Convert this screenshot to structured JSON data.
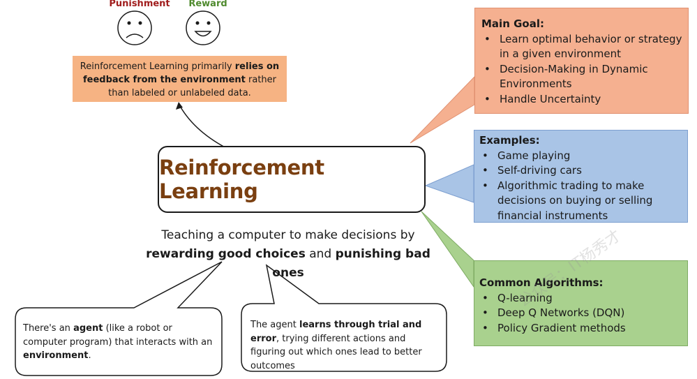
{
  "feedback": {
    "punishment_label": "Punishment",
    "reward_label": "Reward",
    "text_1": "Reinforcement Learning  primarily ",
    "text_bold": "relies on feedback from the environment",
    "text_2": " rather than labeled or unlabeled data."
  },
  "central": {
    "title": "Reinforcement Learning",
    "tagline_line1": "Teaching a computer to make decisions by",
    "tagline_bold1": "rewarding good choices",
    "tagline_mid": " and ",
    "tagline_bold2": "punishing bad ones"
  },
  "main_goal": {
    "heading": "Main Goal:",
    "items": [
      "Learn optimal behavior or strategy in a given environment",
      "Decision-Making in Dynamic Environments",
      "Handle Uncertainty"
    ]
  },
  "examples": {
    "heading": "Examples:",
    "items": [
      "Game playing",
      "Self-driving cars",
      "Algorithmic trading to make decisions on buying or selling financial instruments"
    ]
  },
  "algorithms": {
    "heading": "Common Algorithms:",
    "items": [
      "Q-learning",
      "Deep Q Networks (DQN)",
      "Policy Gradient methods"
    ]
  },
  "agent_bubble": {
    "text_1": "There's an ",
    "bold_1": "agent",
    "text_2": " (like a robot or computer program) that interacts with an ",
    "bold_2": "environment",
    "text_3": "."
  },
  "trial_bubble": {
    "text_1": "The agent ",
    "bold_1": "learns through trial and error",
    "text_2": ", trying different actions and figuring out which ones lead to better outcomes"
  },
  "watermark": "公众号：IT杨秀才",
  "colors": {
    "title": "#7a3f10",
    "goal": "#f5b090",
    "examples": "#a9c4e6",
    "algorithms": "#a9d18e",
    "feedback": "#f6b383",
    "punishment": "#a01c1c",
    "reward": "#4f8a2e"
  }
}
